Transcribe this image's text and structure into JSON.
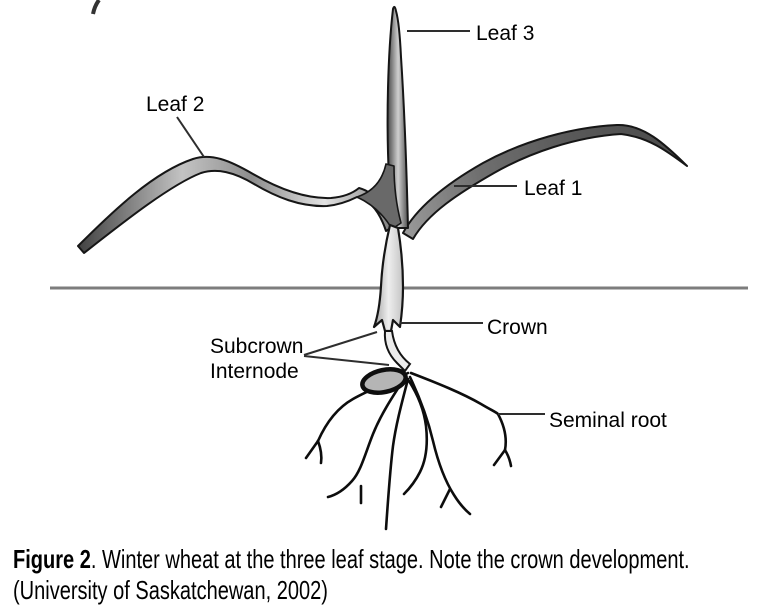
{
  "diagram": {
    "title_hint": "Winter wheat plant at three leaf stage",
    "labels": {
      "leaf3": "Leaf 3",
      "leaf2": "Leaf 2",
      "leaf1": "Leaf 1",
      "crown": "Crown",
      "subcrown_line1": "Subcrown",
      "subcrown_line2": "Internode",
      "seminal_root": "Seminal root"
    },
    "colors": {
      "leaf_dark": "#4b4b4b",
      "leaf_light": "#e8e8e8",
      "outline": "#161616",
      "soil_line": "#7d7d7d",
      "leader_line": "#2e2e2e",
      "stem_light": "#eeeeee",
      "seed_fill": "#b5b5b5",
      "root": "#0d0d0d",
      "label_text": "#000000"
    }
  },
  "caption": {
    "figure_label": "Figure 2",
    "rest": ". Winter wheat at the three leaf stage. Note the crown development.",
    "line2": "(University of Saskatchewan, 2002)"
  }
}
